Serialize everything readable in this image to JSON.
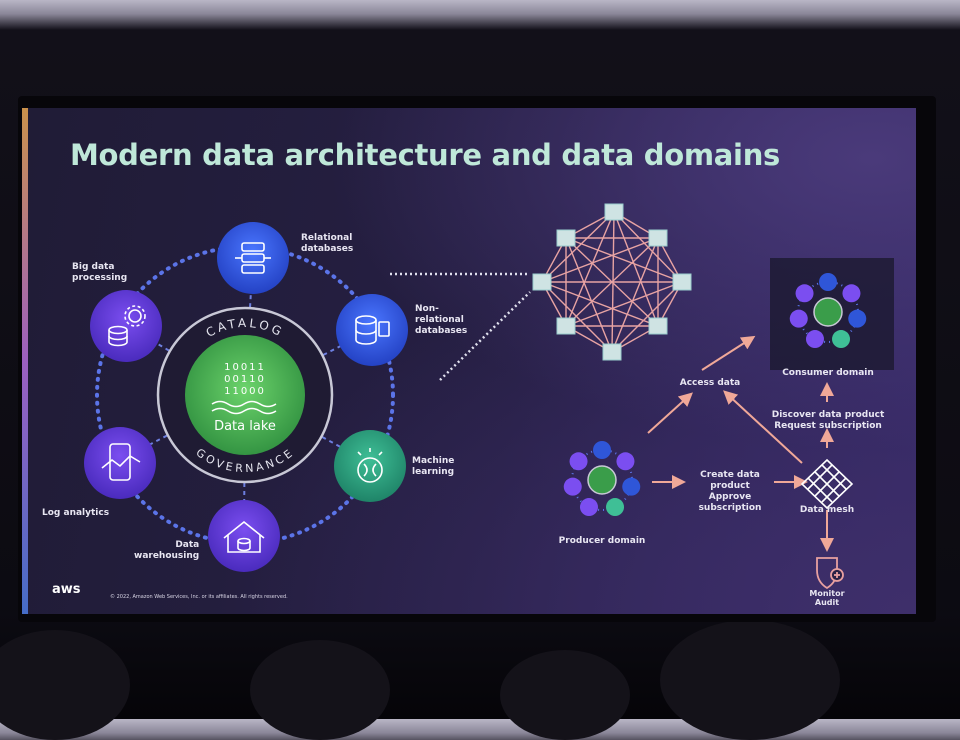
{
  "slide": {
    "title": "Modern data architecture and data domains",
    "copyright": "© 2022, Amazon Web Services, Inc. or its affiliates. All rights reserved.",
    "logo": "aws"
  },
  "hub": {
    "ring_top": "CATALOG",
    "ring_bottom": "GOVERNANCE",
    "binary": [
      "10011",
      "00110",
      "11000"
    ],
    "center_label": "Data lake",
    "spokes": [
      {
        "label": "Relational\ndatabases",
        "icon": "database-server-icon"
      },
      {
        "label": "Non-\nrelational\ndatabases",
        "icon": "nosql-database-icon"
      },
      {
        "label": "Machine\nlearning",
        "icon": "brain-lightbulb-icon"
      },
      {
        "label": "Data\nwarehousing",
        "icon": "warehouse-icon"
      },
      {
        "label": "Log analytics",
        "icon": "phone-analytics-icon"
      },
      {
        "label": "Big data\nprocessing",
        "icon": "gear-database-icon"
      }
    ]
  },
  "mesh": {
    "access_label": "Access data",
    "consumer_label": "Consumer domain",
    "producer_label": "Producer domain",
    "discover_label": "Discover data product\nRequest subscription",
    "create_label": "Create data product\nApprove subscription",
    "mesh_label": "Data mesh",
    "monitor_label": "Monitor\nAudit"
  },
  "colors": {
    "accent_green": "#4db35a",
    "spoke_blue": "#2f56d8",
    "arrow_salmon": "#f0a898",
    "title_text": "#bfe8d9"
  }
}
